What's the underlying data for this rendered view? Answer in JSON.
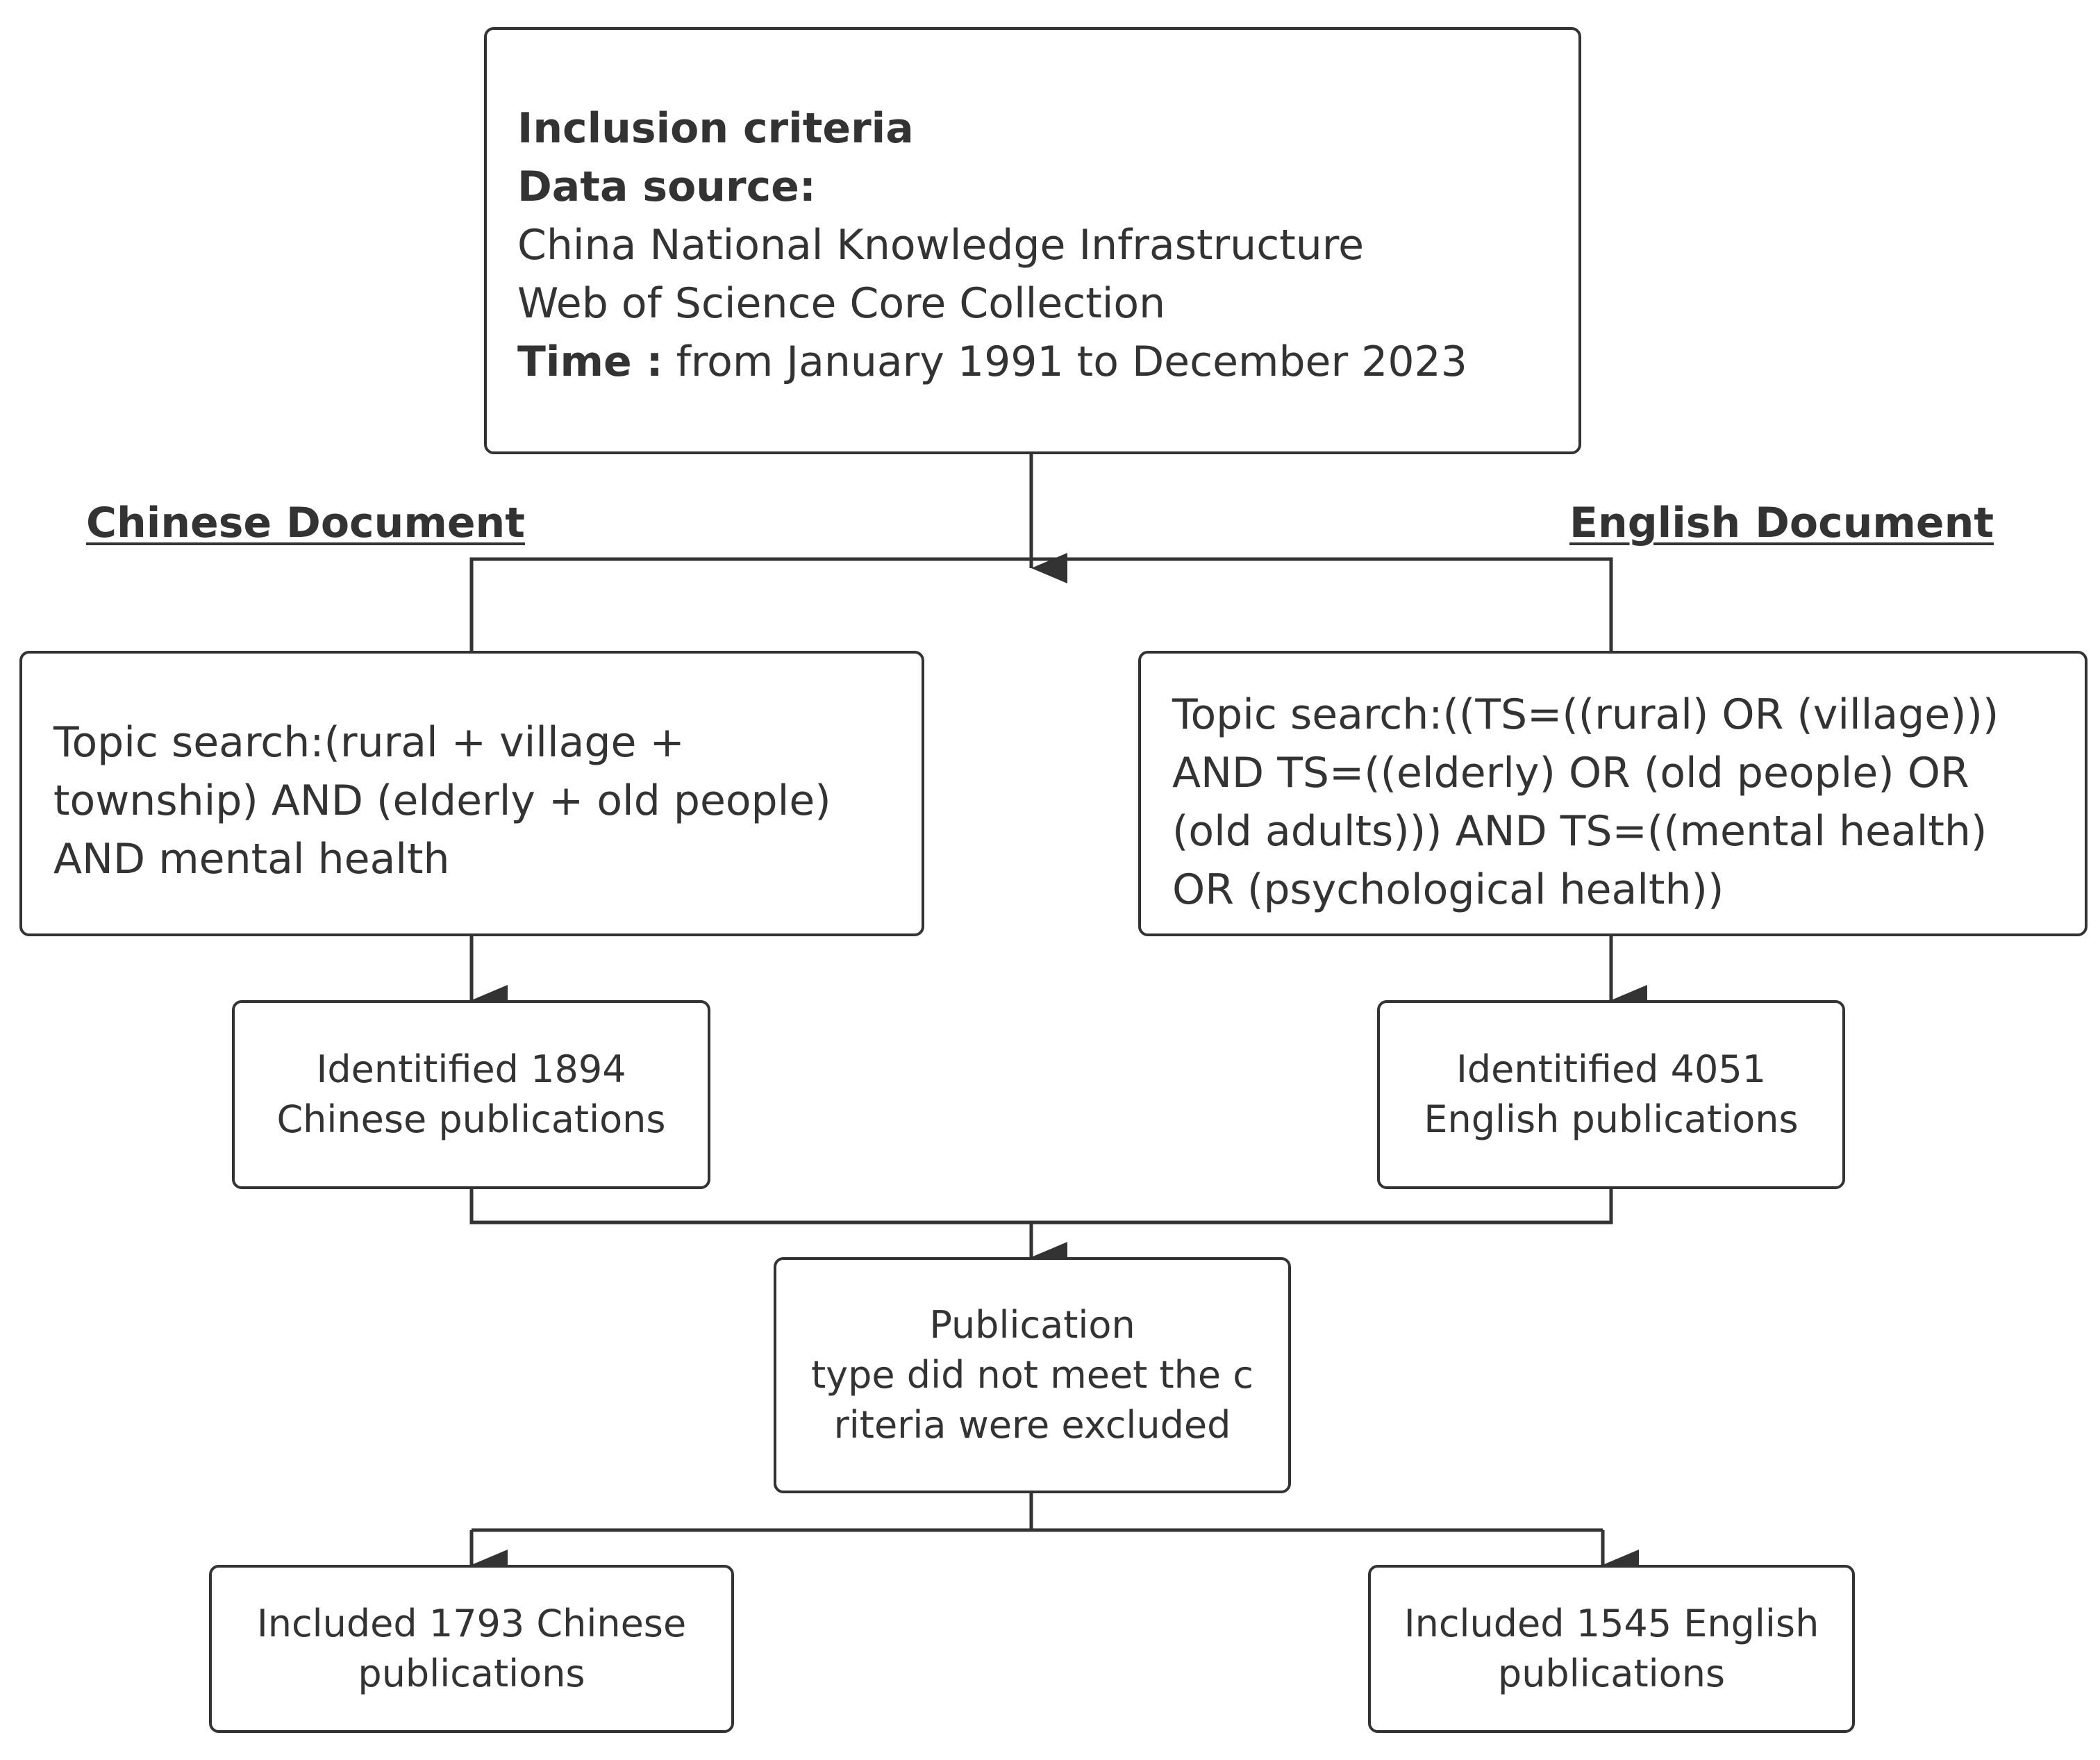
{
  "criteria": {
    "title": "Inclusion criteria",
    "data_source_label": "Data source:",
    "sources": [
      "China National Knowledge Infrastructure",
      "Web of Science Core Collection"
    ],
    "time_label": "Time :",
    "time_value": " from January 1991 to December 2023"
  },
  "headings": {
    "chinese": "Chinese Document",
    "english": "English Document"
  },
  "chinese": {
    "search_lines": [
      "Topic search:(rural + village +",
      "township) AND (elderly + old people)",
      "AND mental health"
    ],
    "identified_lines": [
      "Identitified 1894",
      "Chinese publications"
    ],
    "included_lines": [
      "Included 1793 Chinese",
      "publications"
    ]
  },
  "english": {
    "search_lines": [
      "Topic search:((TS=((rural) OR (village)))",
      "AND TS=((elderly) OR (old people) OR",
      "(old adults))) AND TS=((mental health)",
      "OR (psychological health))"
    ],
    "identified_lines": [
      "Identitified 4051",
      "English publications"
    ],
    "included_lines": [
      "Included 1545 English",
      "publications"
    ]
  },
  "exclusion": {
    "lines": [
      "Publication",
      "type did not meet the c",
      "riteria were excluded"
    ]
  },
  "colors": {
    "stroke": "#333333",
    "background": "#ffffff"
  }
}
